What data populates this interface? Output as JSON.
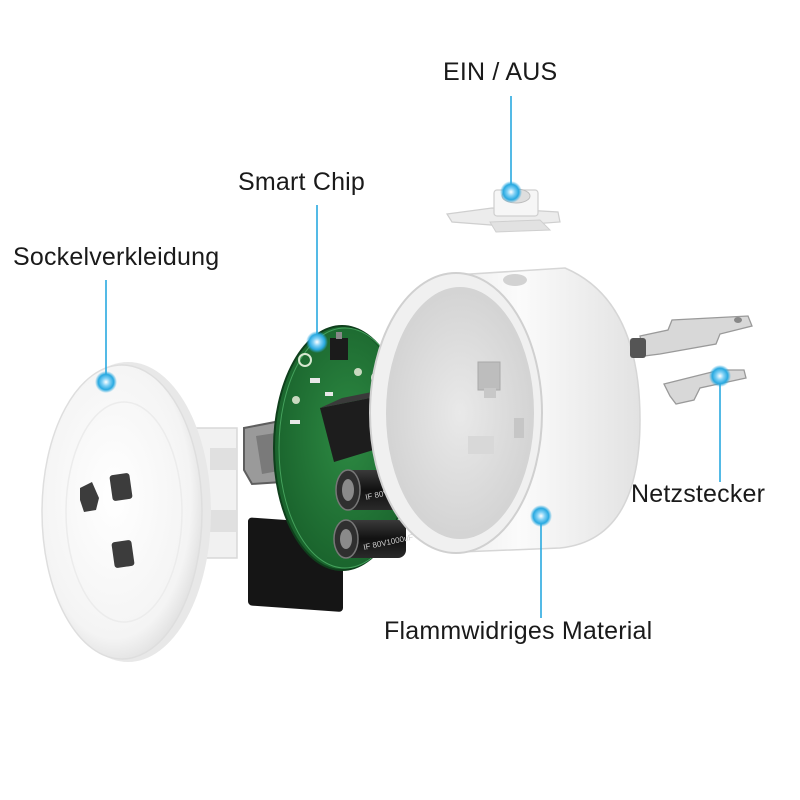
{
  "labels": {
    "switch": "EIN / AUS",
    "smart_chip": "Smart Chip",
    "base_cover": "Sockelverkleidung",
    "plug": "Netzstecker",
    "material": "Flammwidriges Material"
  },
  "capacitor_text": "IF 80V1000uF",
  "colors": {
    "callout": "#29a9e0",
    "pcb": "#1f6b33",
    "housing": "#f3f3f3"
  }
}
